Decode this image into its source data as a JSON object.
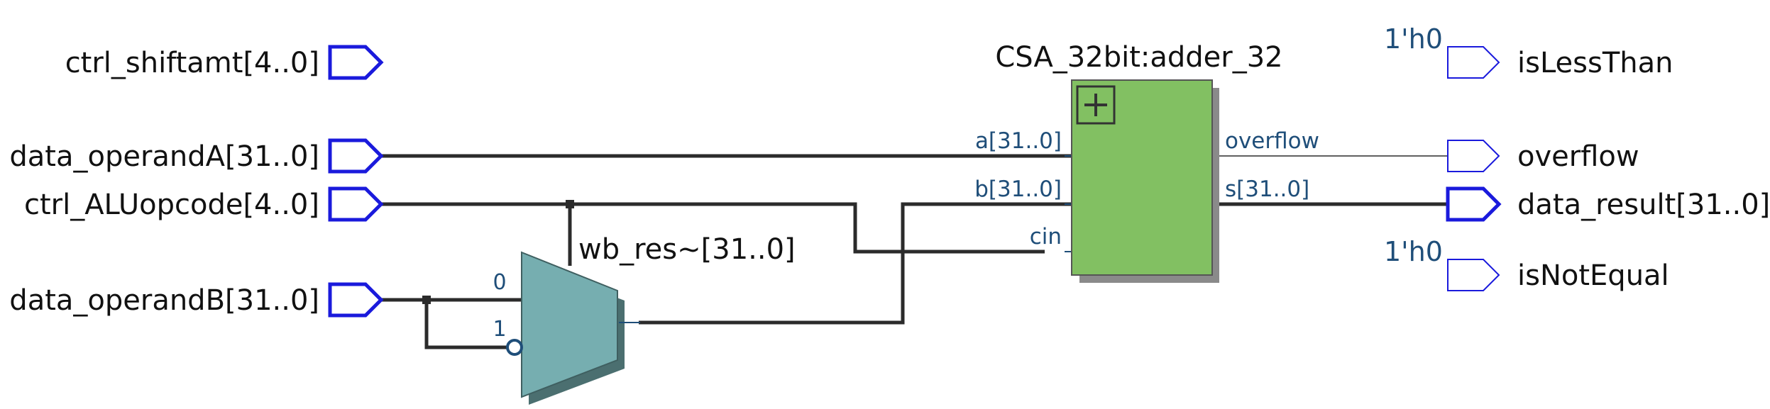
{
  "colors": {
    "wire": "#2b2b2b",
    "port_outline": "#1a1adc",
    "adder_fill": "#82c062",
    "mux_fill": "#76aeb0",
    "pin_text": "#1f4e79"
  },
  "inputs": {
    "shiftamt": "ctrl_shiftamt[4..0]",
    "operandA": "data_operandA[31..0]",
    "aluopcode": "ctrl_ALUopcode[4..0]",
    "operandB": "data_operandB[31..0]"
  },
  "adder": {
    "name": "CSA_32bit:adder_32",
    "icon": "plus-icon",
    "pin_a": "a[31..0]",
    "pin_b": "b[31..0]",
    "pin_cin": "cin",
    "pin_overflow": "overflow",
    "pin_s": "s[31..0]"
  },
  "mux": {
    "name": "wb_res~[31..0]",
    "in0": "0",
    "in1": "1"
  },
  "outputs": {
    "isLessThan": "isLessThan",
    "overflow": "overflow",
    "data_result": "data_result[31..0]",
    "isNotEqual": "isNotEqual",
    "const_lt": "1'h0",
    "const_ne": "1'h0"
  }
}
